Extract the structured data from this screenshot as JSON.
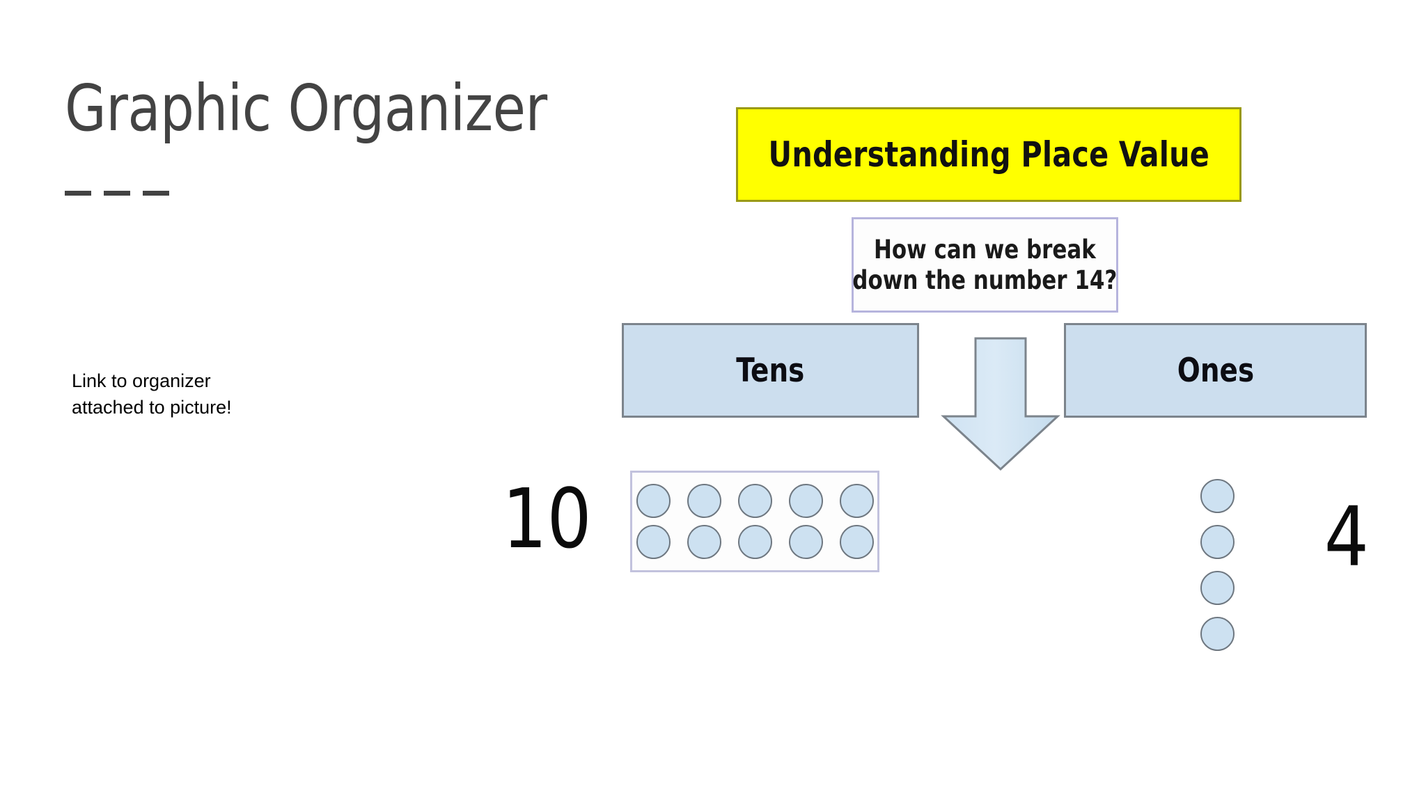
{
  "slide": {
    "title": "Graphic Organizer",
    "note": "Link to organizer attached to picture!",
    "note_line_1": "Link to organizer",
    "note_line_2": "attached to picture!"
  },
  "organizer": {
    "banner": {
      "text": "Understanding Place Value",
      "fill_color": "#ffff00",
      "border_color": "#9a9a16",
      "text_color": "#111111"
    },
    "question": {
      "line_1": "How can we break",
      "line_2": "down the number 14?",
      "full_text": "How can we break down the number 14?",
      "fill_color": "#fdfdfd",
      "border_color": "#b6b4dd"
    },
    "arrow": {
      "direction": "down",
      "fill_color": "#cde1f1",
      "border_color": "#7c848c"
    },
    "columns": [
      {
        "label": "Tens",
        "value": "10",
        "counter_count": 10,
        "counter_rows": [
          [
            "counter",
            "counter",
            "counter",
            "counter",
            "counter"
          ],
          [
            "counter",
            "counter",
            "counter",
            "counter",
            "counter"
          ]
        ],
        "box_fill": "#ccdeee",
        "box_border": "#7c848c",
        "frame_border": "#c2c2dd"
      },
      {
        "label": "Ones",
        "value": "4",
        "counter_count": 4,
        "counters": [
          "counter",
          "counter",
          "counter",
          "counter"
        ],
        "box_fill": "#ccdeee",
        "box_border": "#7c848c"
      }
    ],
    "counter_fill": "#cde1f1",
    "counter_border": "#6e7780"
  }
}
